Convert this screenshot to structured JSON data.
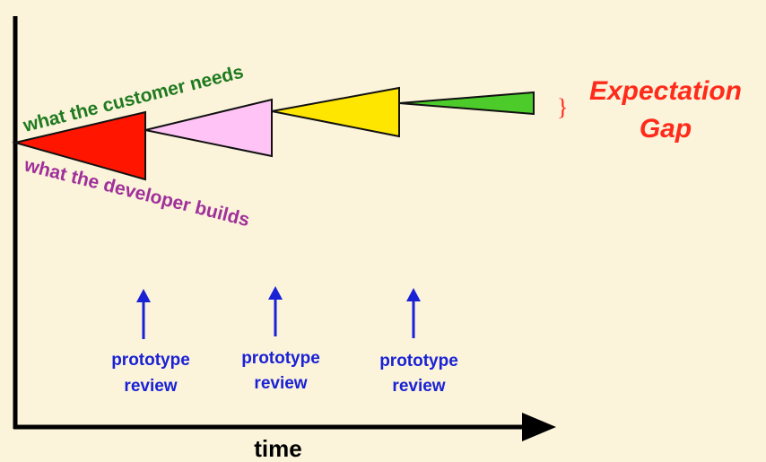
{
  "labels": {
    "customer": "what the customer needs",
    "developer": "what the developer builds",
    "gap_line1": "Expectation",
    "gap_line2": "Gap",
    "x_axis": "time"
  },
  "reviews": [
    {
      "line1": "prototype",
      "line2": "review"
    },
    {
      "line1": "prototype",
      "line2": "review"
    },
    {
      "line1": "prototype",
      "line2": "review"
    }
  ],
  "colors": {
    "background": "#fbf3da",
    "customer_text": "#1f7a1f",
    "developer_text": "#a0309a",
    "gap_text": "#ff2a1a",
    "review_text": "#1a22d6",
    "stage_1": "#ff1500",
    "stage_2": "#ffc4f5",
    "stage_3": "#ffe600",
    "stage_4": "#4ccb2a",
    "axis": "#000000"
  }
}
